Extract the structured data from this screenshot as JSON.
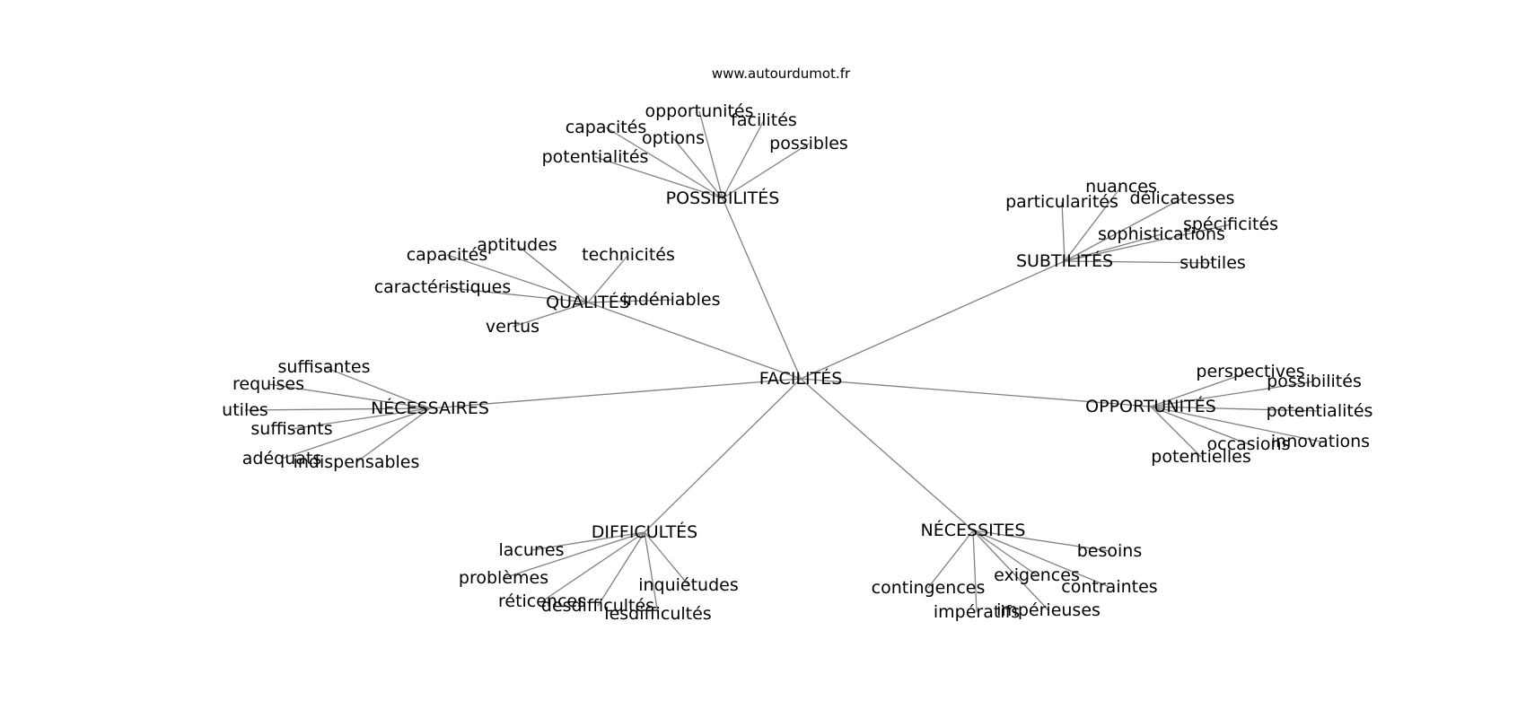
{
  "source": "www.autourdumot.fr",
  "graph": {
    "center": "FACILITÉS",
    "groups": [
      {
        "label": "POSSIBILITÉS",
        "children": [
          "opportunités",
          "facilités",
          "capacités",
          "options",
          "possibles",
          "potentialités"
        ]
      },
      {
        "label": "SUBTILITÉS",
        "children": [
          "nuances",
          "particularités",
          "délicatesses",
          "spécificités",
          "sophistications",
          "subtiles"
        ]
      },
      {
        "label": "QUALITÉS",
        "children": [
          "aptitudes",
          "capacités",
          "technicités",
          "caractéristiques",
          "indéniables",
          "vertus"
        ]
      },
      {
        "label": "NÉCESSAIRES",
        "children": [
          "suffisantes",
          "requises",
          "utiles",
          "suffisants",
          "adéquats",
          "indispensables"
        ]
      },
      {
        "label": "OPPORTUNITÉS",
        "children": [
          "perspectives",
          "possibilités",
          "potentialités",
          "innovations",
          "occasions",
          "potentielles"
        ]
      },
      {
        "label": "DIFFICULTÉS",
        "children": [
          "lacunes",
          "problèmes",
          "réticences",
          "desdifficultés",
          "lesdifficultés",
          "inquiétudes"
        ]
      },
      {
        "label": "NÉCESSITES",
        "children": [
          "besoins",
          "contingences",
          "exigences",
          "contraintes",
          "impératifs",
          "impérieuses"
        ]
      }
    ]
  }
}
